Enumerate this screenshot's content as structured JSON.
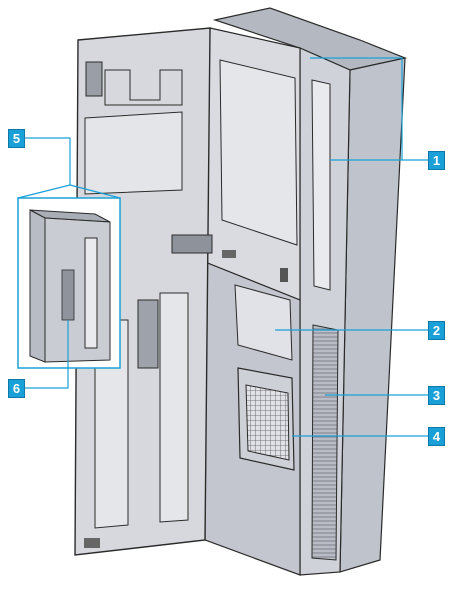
{
  "callouts": [
    {
      "id": "c1",
      "label": "1"
    },
    {
      "id": "c2",
      "label": "2"
    },
    {
      "id": "c3",
      "label": "3"
    },
    {
      "id": "c4",
      "label": "4"
    },
    {
      "id": "c5",
      "label": "5"
    },
    {
      "id": "c6",
      "label": "6"
    }
  ],
  "colors": {
    "callout_fill": "#1aa0d8",
    "leader_line": "#1aa0d8",
    "unit_body": "#c9ccd3",
    "unit_shadow": "#a9adb6",
    "door_panel": "#d6d8dd",
    "outline": "#2b2b2b"
  }
}
